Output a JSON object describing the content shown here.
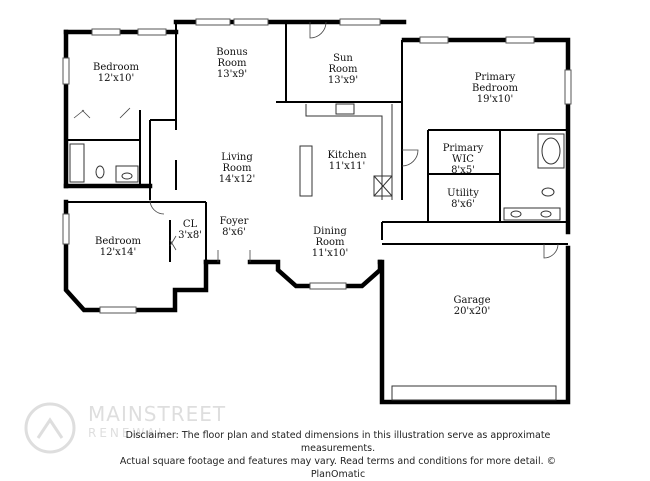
{
  "rooms": {
    "bedroom1": {
      "name": "Bedroom",
      "size": "12'x10'"
    },
    "bonus": {
      "name1": "Bonus",
      "name2": "Room",
      "size": "13'x9'"
    },
    "sun": {
      "name1": "Sun",
      "name2": "Room",
      "size": "13'x9'"
    },
    "primary_bedroom": {
      "name1": "Primary",
      "name2": "Bedroom",
      "size": "19'x10'"
    },
    "living": {
      "name1": "Living",
      "name2": "Room",
      "size": "14'x12'"
    },
    "kitchen": {
      "name": "Kitchen",
      "size": "11'x11'"
    },
    "primary_wic": {
      "name1": "Primary",
      "name2": "WIC",
      "size": "8'x5'"
    },
    "utility": {
      "name": "Utility",
      "size": "8'x6'"
    },
    "closet": {
      "name": "CL",
      "size": "3'x8'"
    },
    "foyer": {
      "name": "Foyer",
      "size": "8'x6'"
    },
    "bedroom2": {
      "name": "Bedroom",
      "size": "12'x14'"
    },
    "dining": {
      "name1": "Dining",
      "name2": "Room",
      "size": "11'x10'"
    },
    "garage": {
      "name": "Garage",
      "size": "20'x20'"
    }
  },
  "disclaimer": {
    "line1": "Disclaimer: The floor plan and stated dimensions in this illustration serve as approximate measurements.",
    "line2": "Actual square footage and features may vary. Read terms and conditions for more detail. © PlanOmatic"
  },
  "watermark": {
    "brand": "MAINSTREET",
    "sub": "RENEWAL"
  }
}
